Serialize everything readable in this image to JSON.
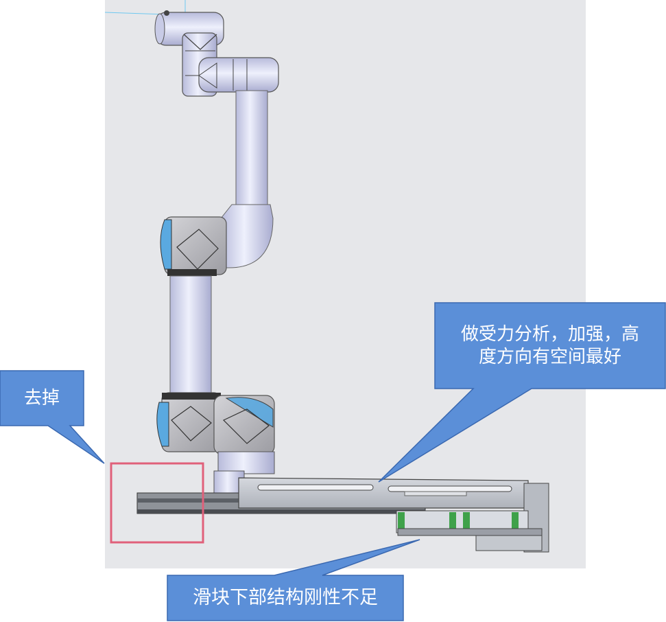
{
  "annotations": {
    "remove_note": "去掉",
    "strengthen_note": "做受力分析，加强，高\n度方向有空间最好",
    "slider_note": "滑块下部结构刚性不足"
  },
  "colors": {
    "viewport_bg": "#e6e7ea",
    "callout_fill": "#5b8fd8",
    "callout_stroke": "#3a68b0",
    "highlight_box": "#e0607a",
    "arm_body": "#d8daf2",
    "joint_grey": "#b9b9bd",
    "joint_blue": "#5aa9e0",
    "rail": "#7f8288"
  },
  "icons": {
    "model": "robot-arm-on-linear-rail"
  }
}
